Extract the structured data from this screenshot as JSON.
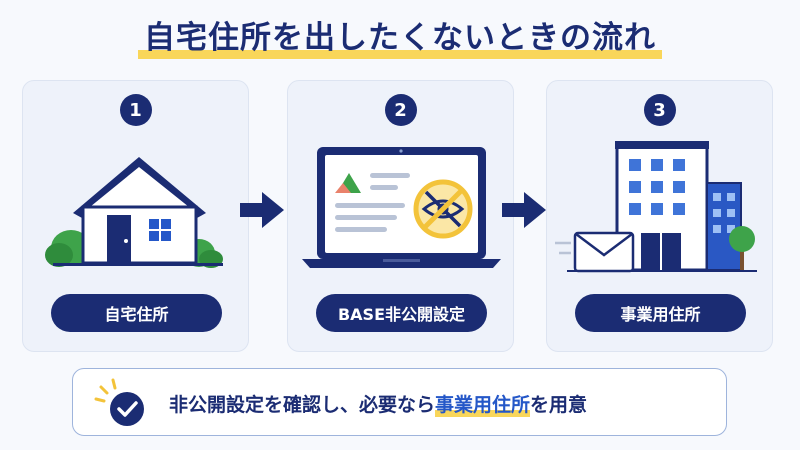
{
  "title": "自宅住所を出したくないときの流れ",
  "steps": [
    {
      "number": "1",
      "label": "自宅住所",
      "icon": "house-icon"
    },
    {
      "number": "2",
      "label": "BASE非公開設定",
      "icon": "laptop-hidden-icon"
    },
    {
      "number": "3",
      "label": "事業用住所",
      "icon": "office-building-icon"
    }
  ],
  "summary": {
    "prefix": "非公開設定を確認し、必要なら",
    "highlight": "事業用住所",
    "suffix": "を用意",
    "icon": "check-circle-icon"
  },
  "colors": {
    "navy": "#1b2c73",
    "accent_blue": "#2457c8",
    "highlight_yellow": "#f9d65a",
    "card_bg": "#eef2fa"
  }
}
